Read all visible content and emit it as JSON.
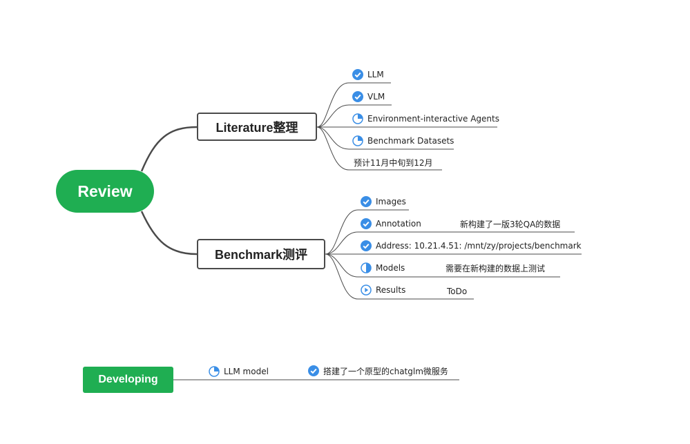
{
  "root": {
    "label": "Review"
  },
  "literature": {
    "title": "Literature整理",
    "items": [
      {
        "label": "LLM",
        "status": "done"
      },
      {
        "label": "VLM",
        "status": "done"
      },
      {
        "label": "Environment-interactive Agents",
        "status": "quarter"
      },
      {
        "label": "Benchmark Datasets",
        "status": "quarter"
      }
    ],
    "note": "预计11月中旬到12月"
  },
  "benchmark": {
    "title": "Benchmark测评",
    "items": [
      {
        "label": "Images",
        "status": "done"
      },
      {
        "label": "Annotation",
        "status": "done",
        "note": "新构建了一版3轮QA的数据"
      },
      {
        "label": "Address: 10.21.4.51: /mnt/zy/projects/benchmark",
        "status": "done"
      },
      {
        "label": "Models",
        "status": "half",
        "note": "需要在新构建的数据上测试"
      },
      {
        "label": "Results",
        "status": "todo",
        "note": "ToDo"
      }
    ]
  },
  "developing": {
    "label": "Developing",
    "item": {
      "label": "LLM model",
      "status": "quarter"
    },
    "sub": {
      "label": "搭建了一个原型的chatglm微服务",
      "status": "done"
    }
  },
  "colors": {
    "green": "#1fae52",
    "blue": "#3a8ee6",
    "line": "#4a4a4a"
  }
}
